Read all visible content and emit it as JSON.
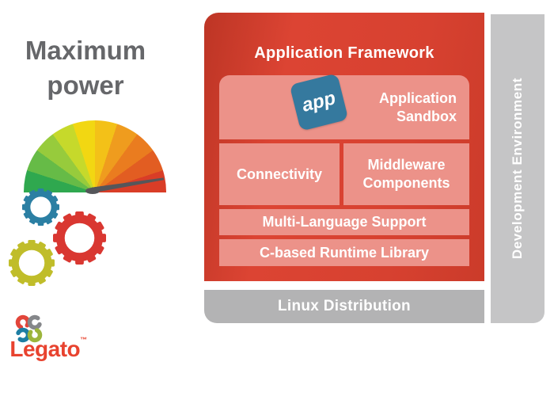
{
  "left_panel": {
    "tagline": {
      "line1": "Maximum",
      "line2": "power"
    },
    "gauge": {
      "type": "semicircular-power-gauge",
      "segment_colors": [
        "#2fa84f",
        "#66bb47",
        "#97cb3c",
        "#c6d92b",
        "#f2d712",
        "#f3c118",
        "#ef9c1e",
        "#ea7c1f",
        "#e25d22",
        "#d93d27"
      ],
      "needle_angle_deg": -9,
      "needle_color": "#55565a"
    },
    "gears": {
      "blue": "#2b7fa3",
      "red": "#d93731",
      "yellow": "#c0bd2a"
    },
    "logo": {
      "text": "Legato",
      "trademark": "™",
      "text_color": "#e8432f",
      "mark_colors": {
        "top_left": "#e2453a",
        "top_right": "#85878a",
        "bottom_left": "#1d7ea3",
        "bottom_right": "#9cb53b"
      }
    }
  },
  "framework": {
    "title": "Application Framework",
    "app_badge": "app",
    "sandbox_label": "Application Sandbox",
    "connectivity_label": "Connectivity",
    "middleware_label": "Middleware Components",
    "multi_language_label": "Multi-Language Support",
    "runtime_label": "C-based Runtime Library",
    "colors": {
      "box": "#d74130",
      "inner_boxes": "#ec9289",
      "app_badge": "#35799e"
    }
  },
  "linux_bar": {
    "label": "Linux Distribution",
    "color": "#b3b3b4"
  },
  "dev_bar": {
    "label": "Development Environment",
    "color": "#c5c5c6"
  }
}
